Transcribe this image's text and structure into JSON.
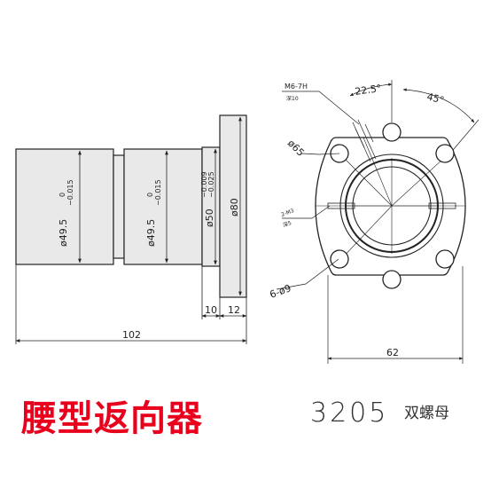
{
  "side_view": {
    "dia_body_1": "ø49.5",
    "tol_body_1_upper": "0",
    "tol_body_1_lower": "−0.015",
    "dia_body_2": "ø49.5",
    "tol_body_2_upper": "0",
    "tol_body_2_lower": "−0.015",
    "dia_spigot": "ø50",
    "tol_spigot_upper": "−0.009",
    "tol_spigot_lower": "−0.025",
    "dia_flange": "ø80",
    "len_spigot": "10",
    "len_flange": "12",
    "len_total": "102"
  },
  "front_view": {
    "thread_label": "M6-7H",
    "thread_depth": "深10",
    "angle_small": "22.5°",
    "angle_large": "45°",
    "pcd": "ø65",
    "oil_hole": "2-M3",
    "oil_hole_depth": "深5",
    "holes": "6-ø9",
    "width": "62"
  },
  "caption": {
    "product_type": "腰型返向器",
    "model": "3205",
    "nut_type": "双螺母"
  },
  "colors": {
    "line": "#222222",
    "body_fill": "#e9e9e9",
    "caption_red": "#e8001c"
  }
}
